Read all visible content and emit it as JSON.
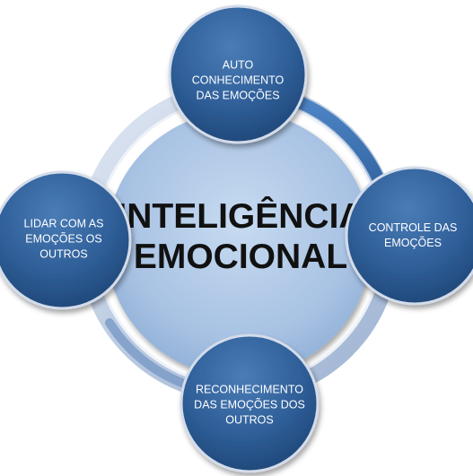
{
  "center": {
    "lines": [
      "INTELIGÊNCIA",
      "EMOCIONAL"
    ]
  },
  "nodes": [
    {
      "id": "top",
      "lines": [
        "AUTO",
        "CONHECIMENTO",
        "DAS EMOÇÕES"
      ]
    },
    {
      "id": "right",
      "lines": [
        "CONTROLE DAS",
        "EMOÇÕES"
      ]
    },
    {
      "id": "bottom",
      "lines": [
        "RECONHECIMENTO",
        "DAS EMOÇÕES  DOS",
        "OUTROS"
      ]
    },
    {
      "id": "left",
      "lines": [
        "LIDAR COM AS",
        "EMOÇÕES OS",
        "OUTROS"
      ]
    }
  ],
  "colors": {
    "node_fill": "#2f5f95",
    "node_edge": "#c9d4e4",
    "center_fill": "#a9c3e3",
    "ring": "#c4d2e6",
    "text_dark": "#111111",
    "text_light": "#ffffff"
  }
}
